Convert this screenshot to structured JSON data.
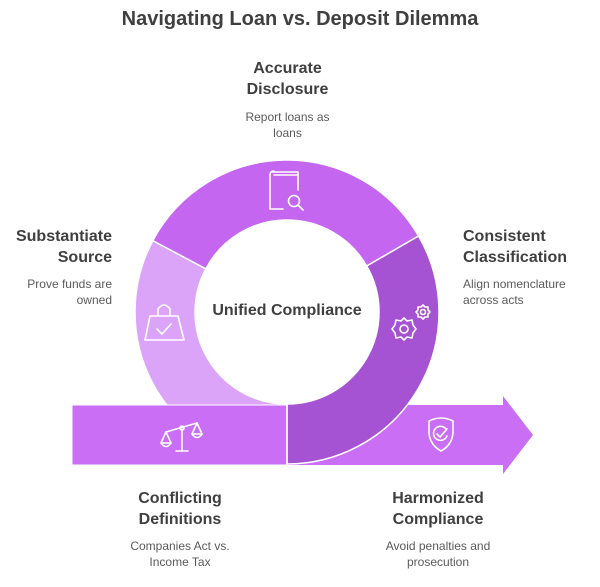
{
  "title": "Navigating Loan vs. Deposit Dilemma",
  "center": {
    "label": "Unified Compliance"
  },
  "colors": {
    "top_segment": "#c466f0",
    "left_segment": "#dca4f8",
    "right_segment": "#a552d3",
    "arrow_bar": "#c96ef5",
    "text_dark": "#3f3f3f",
    "text_muted": "#5a5a5a"
  },
  "steps": [
    {
      "id": "accurate-disclosure",
      "title_line1": "Accurate",
      "title_line2": "Disclosure",
      "desc_line1": "Report loans as",
      "desc_line2": "loans",
      "icon": "book-search-icon"
    },
    {
      "id": "substantiate-source",
      "title_line1": "Substantiate",
      "title_line2": "Source",
      "desc_line1": "Prove funds are",
      "desc_line2": "owned",
      "icon": "shopping-bag-check-icon"
    },
    {
      "id": "consistent-classification",
      "title_line1": "Consistent",
      "title_line2": "Classification",
      "desc_line1": "Align nomenclature",
      "desc_line2": "across acts",
      "icon": "gears-icon"
    },
    {
      "id": "conflicting-definitions",
      "title_line1": "Conflicting",
      "title_line2": "Definitions",
      "desc_line1": "Companies Act vs.",
      "desc_line2": "Income Tax",
      "icon": "scales-icon"
    },
    {
      "id": "harmonized-compliance",
      "title_line1": "Harmonized",
      "title_line2": "Compliance",
      "desc_line1": "Avoid penalties and",
      "desc_line2": "prosecution",
      "icon": "shield-check-icon"
    }
  ]
}
